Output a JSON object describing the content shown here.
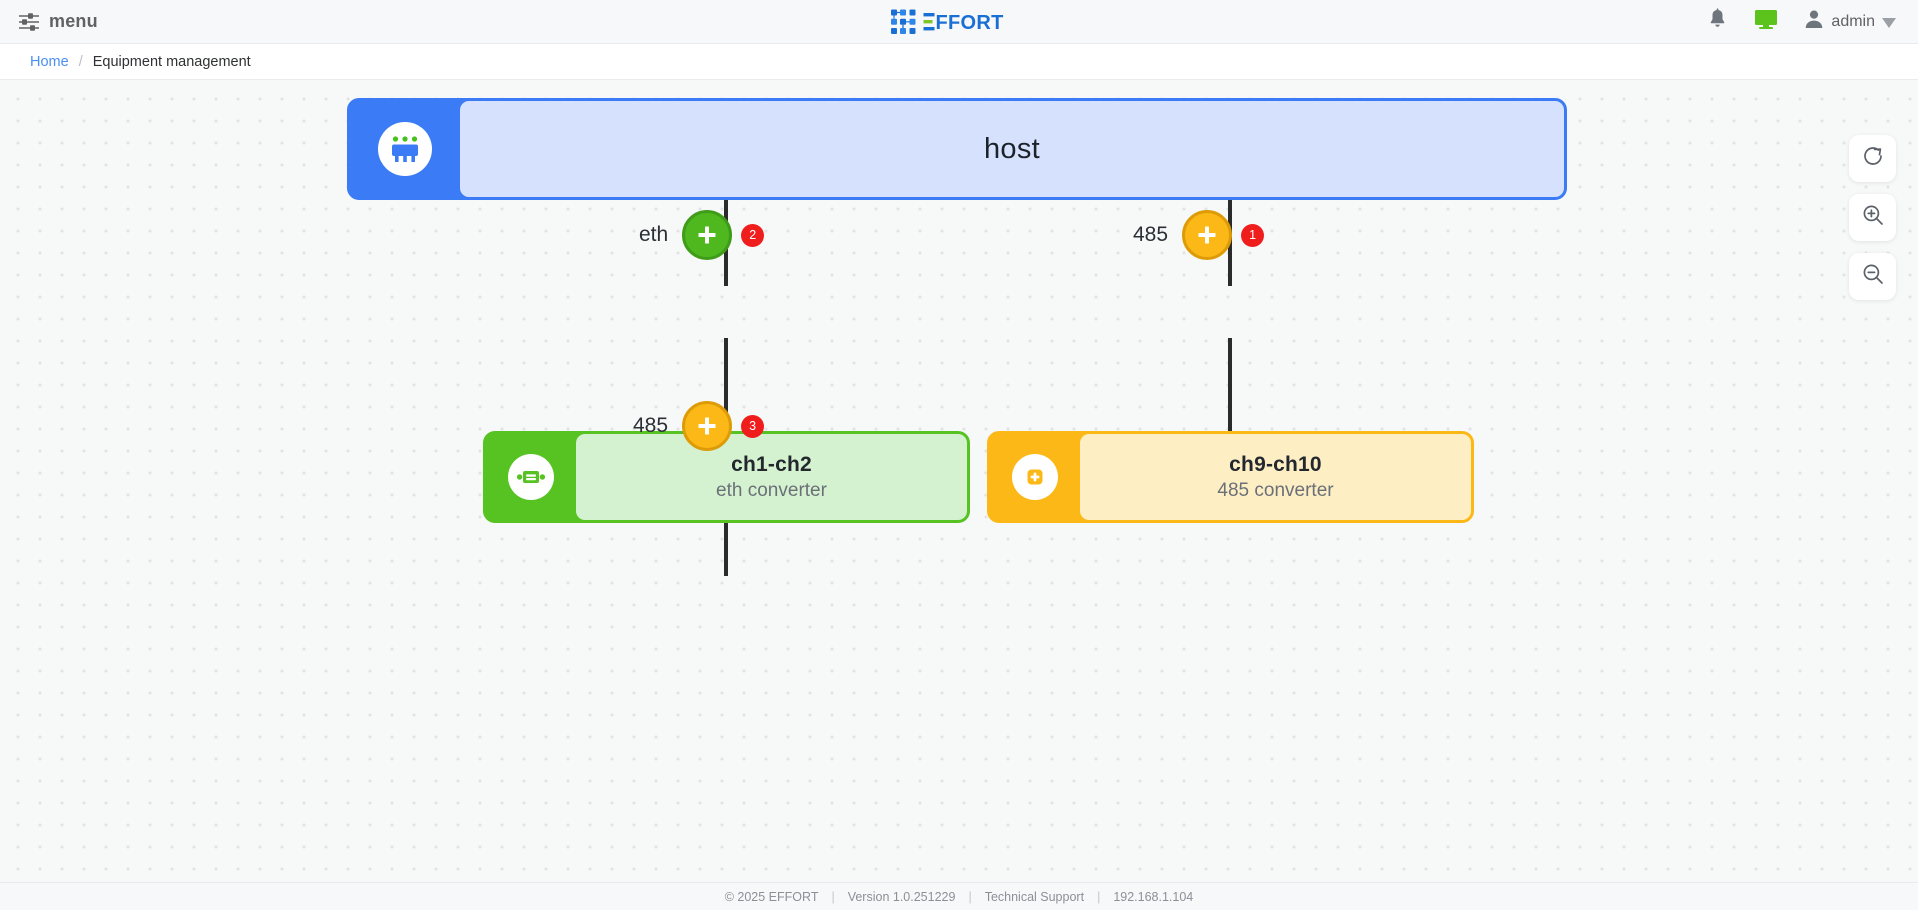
{
  "header": {
    "menu_label": "menu",
    "menu_icon": "sliders-icon",
    "logo_text": "EFFORT",
    "logo_icon": "circuit-grid-icon",
    "notification_icon": "bell-icon",
    "screen_icon": "monitor-icon",
    "user_icon": "user-avatar-icon",
    "user_name": "admin",
    "caret_icon": "chevron-down-icon"
  },
  "breadcrumb": {
    "home": "Home",
    "separator": "/",
    "current": "Equipment management"
  },
  "topology": {
    "host": {
      "title": "host",
      "icon": "chip-server-icon"
    },
    "connectors": [
      {
        "label": "eth",
        "plus_icon": "plus-icon",
        "badge": "2",
        "color": "#4fb81f"
      },
      {
        "label": "485",
        "plus_icon": "plus-icon",
        "badge": "1",
        "color": "#fcb816"
      },
      {
        "label": "485",
        "plus_icon": "plus-icon",
        "badge": "3",
        "color": "#fcb816"
      }
    ],
    "nodes": [
      {
        "title": "ch1-ch2",
        "subtitle": "eth converter",
        "icon": "eth-converter-icon",
        "color": "#56c322"
      },
      {
        "title": "ch9-ch10",
        "subtitle": "485 converter",
        "icon": "485-converter-icon",
        "color": "#fcb816"
      }
    ]
  },
  "controls": [
    {
      "name": "refresh",
      "icon": "refresh-icon"
    },
    {
      "name": "zoom-in",
      "icon": "zoom-in-icon"
    },
    {
      "name": "zoom-out",
      "icon": "zoom-out-icon"
    }
  ],
  "footer": {
    "copyright": "© 2025 EFFORT",
    "version": "Version 1.0.251229",
    "support": "Technical Support",
    "ip": "192.168.1.104",
    "separator": "|"
  }
}
